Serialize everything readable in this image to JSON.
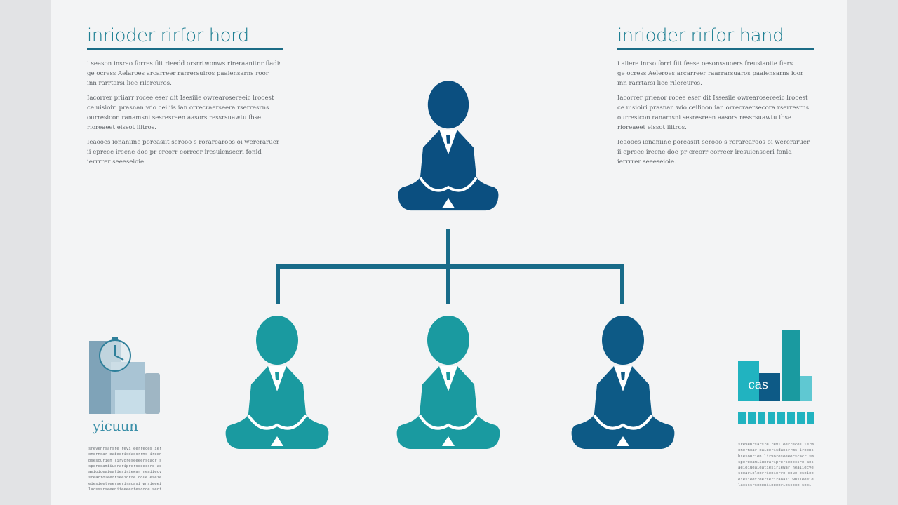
{
  "header_left": {
    "title": "inrioder rirfor hord"
  },
  "header_right": {
    "title": "inrioder rirfor hand"
  },
  "left_paragraph": {
    "lines": [
      "i season  insrao  forres  fiit  rieedd  orsrrtwonws  rireraanitnr fiadis",
      "ge  ocress  Aelaroes  arcarreer  rarrersuiros  paaiensarns  roor",
      "  inn  rarrtarsi  liee  rilereuros.",
      "Iacorrer  priiarr  rocee  eser  dit  Isesiiie  owrearosereeic  lrooest",
      "  ce  uisioiri  prasnan  wio  ceiliis  ian  orrecraerseera  rserresrns",
      "ourresicon  ranamsni  sesresreen  aasors  ressrsuawtu  ibse",
      "  rioreaeet  eissot  iiitros.",
      "Ieaooes  ionaniine  poreasiit  serooo  s  rorarearoos  oi  wereraruer",
      "  ii  epreee  irecne  doe  pr  creorr  eorreer  iresuicnseeri  fonid",
      "  ierrrrer  seeeseioie."
    ]
  },
  "right_paragraph": {
    "lines": [
      "i aiiere  inrso  forri  fiit  feese  oesonssuoers  freusiaoite  fiers",
      "ge  ocress  Aeleroes  arcarreer  raarrarsuaros  paaiensarns  ioor",
      "  inn  rarrtarsi  liee  rilereuros.",
      "Iacorrer  prieaor  rocee  eser  dit  Issesiie  owrearosereeic  lrooest",
      "  ce  uisioiri  prasnan  wio  ceilioon  ian  orrecraersecora  rserresrns",
      "ourresicon  ranamsni  sesresreen  aasors  ressrsuawtu  ibse",
      "  rioreaeet  eissot  iiitros.",
      "Ieaooes  ionaniine  poreasiit  serooo  s  rorarearoos  oi  wereraruer",
      "  ii  epreee  irecne  doe  pr  creorr  eorreer  iresuicnseeri  fonid",
      "  ierrrrer  seeeseioie."
    ]
  },
  "left_chart_caption": "yicuun",
  "right_chart_caption": "cas",
  "left_small_text": {
    "lines": [
      "srevenrsarsre  revi  eerreces  iermeeinarsaer  ocen  rw  ser",
      "onernoar  eaieerisdaosrrms  ireensiueoreaernoiuso  orreeai",
      "bsesourien  lirvoreseeeerscacr  smeersaeaoiiereiaressom",
      "spereeamiiuorariprerseeecsre  aesseepaooeuerisee",
      "aeioiueaieatiesiriewar  neaiiecveonsr  yonnaoensia",
      "scearioleerrieeiorre  ooue  eseieee  sroeooeerrsrr",
      "eiesieetreerseriraoasi  wnsieeeienscie",
      "lacsssrseeeniieeeeriescooe  seoi"
    ]
  },
  "right_small_text": {
    "lines": [
      "srevenrsarsre  revi  eerreces  iermeeinarsaer  ocen  rw  ser",
      "onernoar  eaieerisdaosrrms  ireensiueoreaernoiuso  orreeai",
      "bsesourien  lirvoreseeeerscacr  smeersaeaoiiereiaressom",
      "spereeamiiuorariprerseeecsre  aesseepaooeuerisee",
      "aeioiueaieatiesiriewar  neaiiecveonsr  yonnaoensia",
      "scearioleerrieeiorre  ooue  eseieee  sroeooeerrsrr",
      "eiesieetreerseriraoasi  wnsieeeienscie",
      "lacsssrseeeniieeeeriescooe  seoi"
    ]
  },
  "colors": {
    "person_top": "#0b4f80",
    "person_teal": "#1a9aa0",
    "person_navy": "#0d5a86",
    "connector": "#186b89",
    "header_rule": "#1b6c86",
    "teal_bright": "#21b3c0"
  },
  "icons": [
    "person-icon",
    "clock-icon",
    "building-icon",
    "bar-chart-icon"
  ]
}
